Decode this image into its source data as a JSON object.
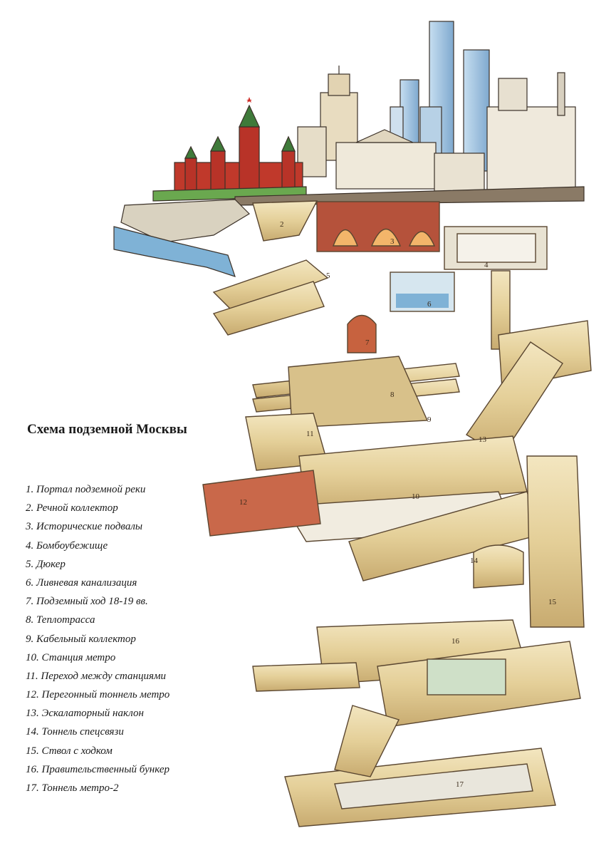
{
  "title": "Схема подземной Москвы",
  "legend": [
    "1. Портал подземной реки",
    "2. Речной коллектор",
    "3. Исторические подвалы",
    "4. Бомбоубежище",
    "5. Дюкер",
    "6. Ливневая канализация",
    "7. Подземный ход 18-19 вв.",
    "8. Теплотрасса",
    "9. Кабельный коллектор",
    "10. Станция метро",
    "11. Переход между станциями",
    "12. Перегонный тоннель метро",
    "13. Эскалаторный наклон",
    "14. Тоннель спецсвязи",
    "15. Ствол с ходком",
    "16. Правительственный бункер",
    "17. Тоннель метро-2"
  ],
  "markers": [
    "2",
    "3",
    "4",
    "5",
    "6",
    "7",
    "8",
    "9",
    "10",
    "11",
    "12",
    "13",
    "14",
    "15",
    "16",
    "17"
  ],
  "colors": {
    "kremlin_wall": "#c0392b",
    "tunnel_fill": "#e8d6a8",
    "tunnel_edge": "#5a4630",
    "brick": "#b5523b",
    "water": "#7fb2d6",
    "skyscraper": "#9cc3e0",
    "grass": "#6aa84f",
    "stone": "#d9d2c0"
  }
}
